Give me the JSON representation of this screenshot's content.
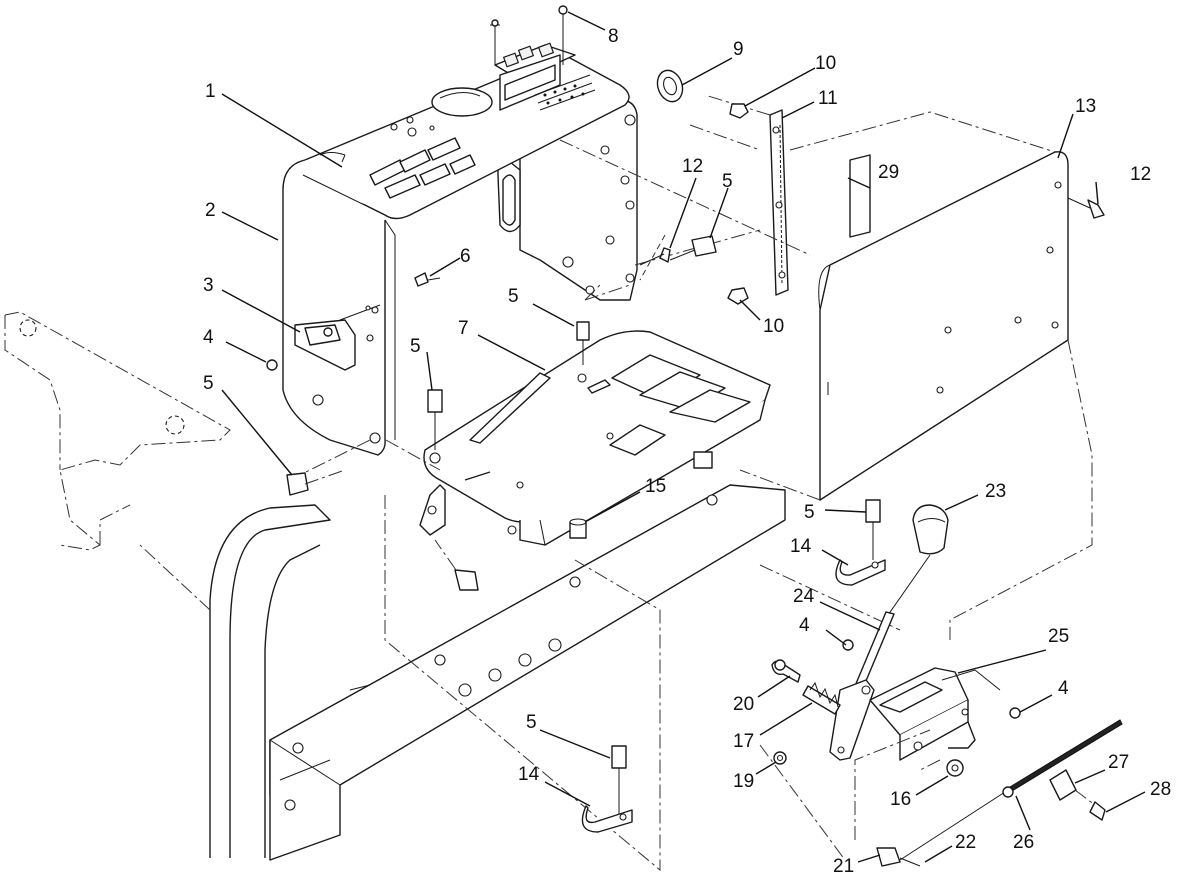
{
  "diagram": {
    "callouts": [
      {
        "id": "c1",
        "label": "1"
      },
      {
        "id": "c2",
        "label": "2"
      },
      {
        "id": "c3",
        "label": "3"
      },
      {
        "id": "c4a",
        "label": "4"
      },
      {
        "id": "c4b",
        "label": "4"
      },
      {
        "id": "c4c",
        "label": "4"
      },
      {
        "id": "c5a",
        "label": "5"
      },
      {
        "id": "c5b",
        "label": "5"
      },
      {
        "id": "c5c",
        "label": "5"
      },
      {
        "id": "c5d",
        "label": "5"
      },
      {
        "id": "c5e",
        "label": "5"
      },
      {
        "id": "c5f",
        "label": "5"
      },
      {
        "id": "c6",
        "label": "6"
      },
      {
        "id": "c7",
        "label": "7"
      },
      {
        "id": "c8",
        "label": "8"
      },
      {
        "id": "c9",
        "label": "9"
      },
      {
        "id": "c10a",
        "label": "10"
      },
      {
        "id": "c10b",
        "label": "10"
      },
      {
        "id": "c11",
        "label": "11"
      },
      {
        "id": "c12a",
        "label": "12"
      },
      {
        "id": "c12b",
        "label": "12"
      },
      {
        "id": "c13",
        "label": "13"
      },
      {
        "id": "c14a",
        "label": "14"
      },
      {
        "id": "c14b",
        "label": "14"
      },
      {
        "id": "c15",
        "label": "15"
      },
      {
        "id": "c16",
        "label": "16"
      },
      {
        "id": "c17",
        "label": "17"
      },
      {
        "id": "c19",
        "label": "19"
      },
      {
        "id": "c20",
        "label": "20"
      },
      {
        "id": "c21",
        "label": "21"
      },
      {
        "id": "c22",
        "label": "22"
      },
      {
        "id": "c23",
        "label": "23"
      },
      {
        "id": "c24",
        "label": "24"
      },
      {
        "id": "c25",
        "label": "25"
      },
      {
        "id": "c26",
        "label": "26"
      },
      {
        "id": "c27",
        "label": "27"
      },
      {
        "id": "c28",
        "label": "28"
      },
      {
        "id": "c29",
        "label": "29"
      }
    ]
  }
}
